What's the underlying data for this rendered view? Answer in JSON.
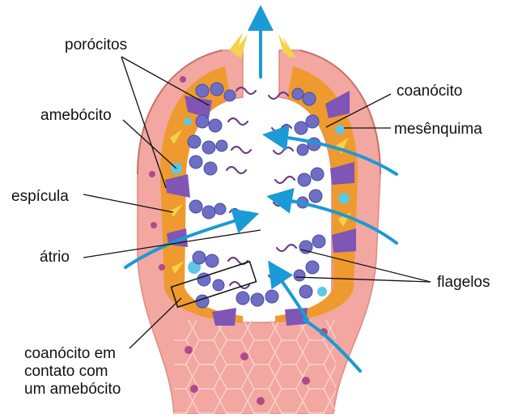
{
  "labels": {
    "porocitos": "porócitos",
    "amebocito": "amebócito",
    "especula": "espícula",
    "atrio": "átrio",
    "coanocito_contato": [
      "coanócito em",
      "contato com",
      "um amebócito"
    ],
    "coanocito": "coanócito",
    "mesenquima": "mesênquima",
    "flagelos": "flagelos"
  },
  "colors": {
    "water_flow": "#1a9ad6",
    "outer_wall": "#f2a7a0",
    "mesenchyme": "#ef9a2e",
    "choanocyte": "#6e6fc4",
    "porocyte": "#7f55b5",
    "spicule": "#f4d24a",
    "amebocyte": "#5fc8e0"
  }
}
